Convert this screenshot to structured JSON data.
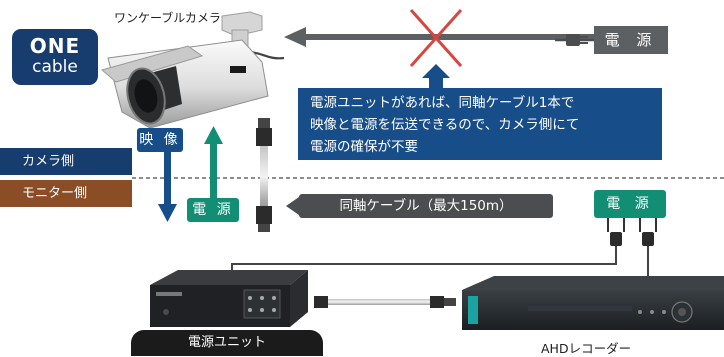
{
  "camera_label": "ワンケーブルカメラ",
  "logo": {
    "line1": "ONE",
    "line2": "cable"
  },
  "power_top_label": "電 源",
  "note_lines": [
    "電源ユニットがあれば、同軸ケーブル1本で",
    "映像と電源を伝送できるので、カメラ側にて",
    "電源の確保が不要"
  ],
  "camera_side_label": "カメラ側",
  "monitor_side_label": "モニター側",
  "video_label": "映 像",
  "power_mid_label": "電 源",
  "coax_label": "同軸ケーブル（最大150m）",
  "power_bottom_label": "電 源",
  "power_unit_label": "電源ユニット",
  "recorder_label": "AHDレコーダー",
  "colors": {
    "navy": "#173d6e",
    "blue": "#174e8a",
    "teal": "#128e74",
    "brown": "#8b4d26",
    "gray": "#5d6063",
    "cross_red": "#d9453f"
  }
}
